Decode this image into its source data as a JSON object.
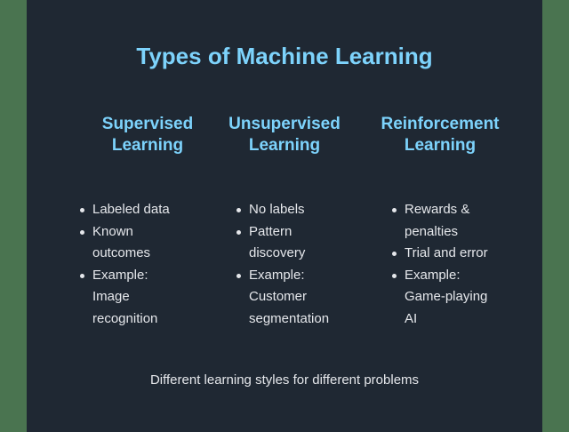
{
  "title": "Types of Machine Learning",
  "colors": {
    "background_outer": "#4a7450",
    "panel": "#1f2833",
    "heading": "#7dd3fc",
    "text": "#e5e7eb"
  },
  "columns": [
    {
      "heading": "Supervised\nLearning",
      "items": [
        "Labeled data",
        "Known\noutcomes",
        "Example:\nImage\nrecognition"
      ]
    },
    {
      "heading": "Unsupervised\nLearning",
      "items": [
        "No labels",
        "Pattern\ndiscovery",
        "Example:\nCustomer\nsegmentation"
      ]
    },
    {
      "heading": "Reinforcement\nLearning",
      "items": [
        "Rewards &\npenalties",
        "Trial and error",
        "Example:\nGame-playing\nAI"
      ]
    }
  ],
  "caption": "Different learning styles for different problems"
}
